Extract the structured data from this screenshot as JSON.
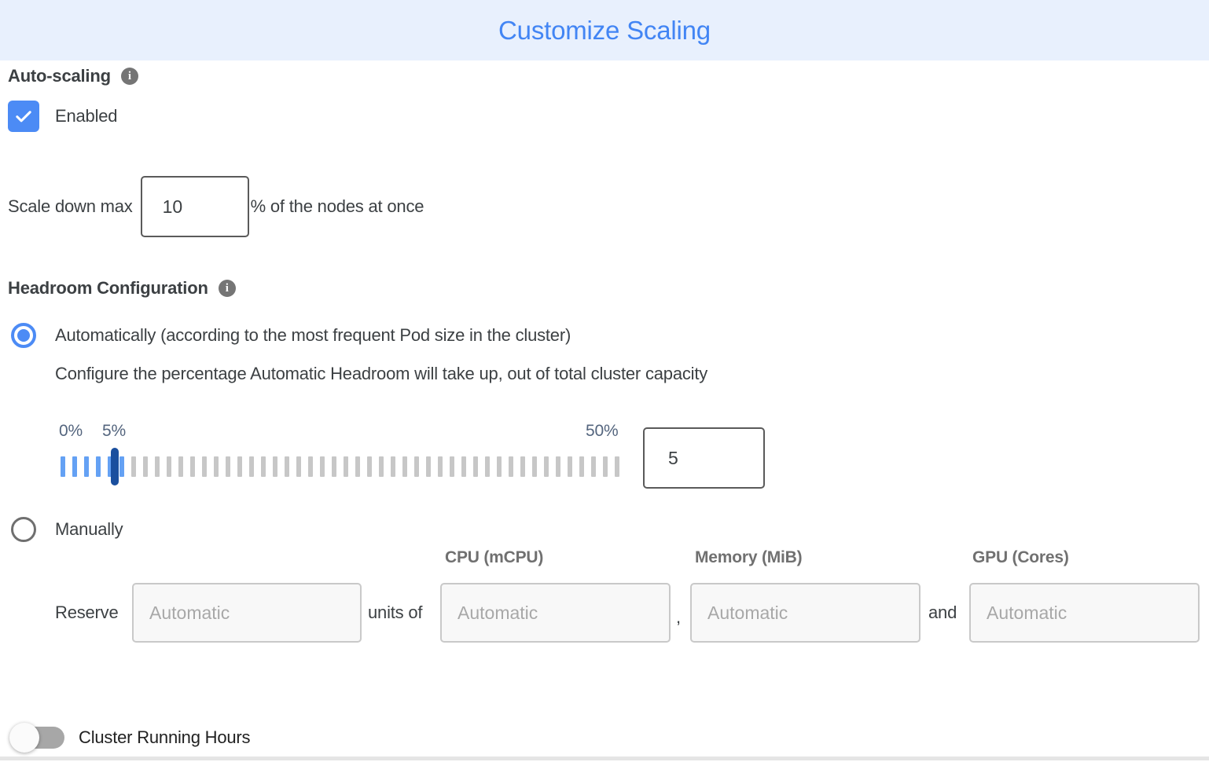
{
  "colors": {
    "accent": "#4C8BF5",
    "title-color": "#4285F4",
    "header-bg": "#E8F0FD",
    "handle": "#1A4F9E",
    "tick-blue": "#64A1F4",
    "tick-gray": "#C7C7C7",
    "slider-label": "#54657E"
  },
  "header": {
    "title": "Customize Scaling"
  },
  "auto_scaling": {
    "label": "Auto-scaling",
    "checkbox_label": "Enabled",
    "checked": true
  },
  "scale_down": {
    "label": "Scale down max",
    "value": "10",
    "suffix": "% of the nodes at once"
  },
  "headroom": {
    "label": "Headroom Configuration",
    "auto_option": "Automatically (according to the most frequent Pod size in the cluster)",
    "auto_selected": true,
    "auto_description": "Configure the percentage Automatic Headroom will take up, out of total cluster capacity",
    "slider": {
      "min_label": "0%",
      "current_label": "5%",
      "max_label": "50%",
      "value": "5",
      "blue_ticks": 6,
      "total_ticks": 48
    },
    "manual_option": "Manually",
    "manual_selected": false
  },
  "manual": {
    "columns": [
      "CPU (mCPU)",
      "Memory (MiB)",
      "GPU (Cores)"
    ],
    "reserve_label": "Reserve",
    "units_label": "units of",
    "comma": ",",
    "and_label": "and",
    "placeholder": "Automatic"
  },
  "footer": {
    "toggle_label": "Cluster Running Hours",
    "toggle_on": false
  }
}
